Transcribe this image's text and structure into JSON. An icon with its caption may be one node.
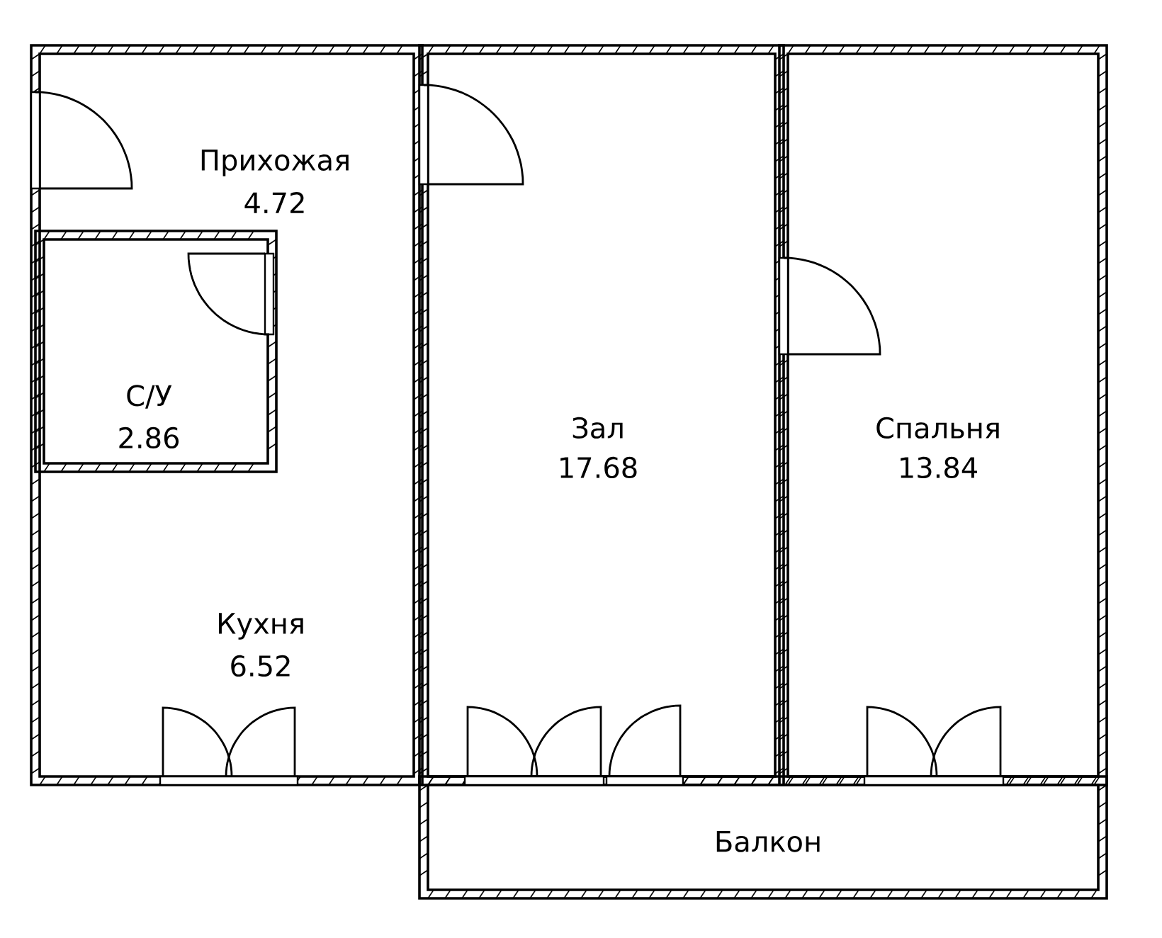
{
  "diagram": {
    "nodes": [
      {
        "text": [
          "Прихожая",
          "4.72",
          "Кухня",
          "6.52"
        ]
      },
      {
        "text": [
          "С/У",
          "2.86"
        ],
        "in": 0
      },
      {
        "text": [
          "Зал",
          "17.68"
        ]
      },
      {
        "text": [
          "Спальня",
          "13.84"
        ]
      },
      {
        "text": [
          "Балкон"
        ]
      }
    ]
  }
}
